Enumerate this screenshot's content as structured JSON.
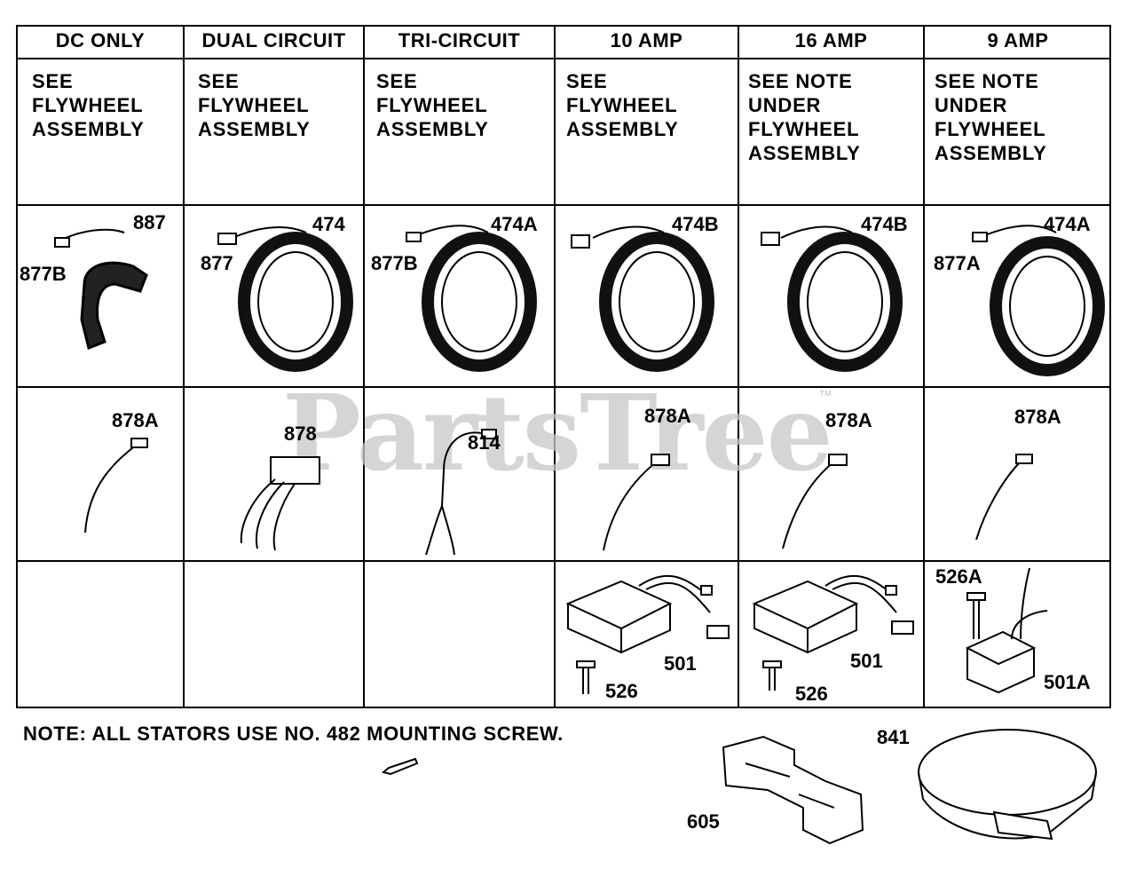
{
  "columns": [
    {
      "header": "DC ONLY",
      "note": "SEE\nFLYWHEEL\nASSEMBLY"
    },
    {
      "header": "DUAL CIRCUIT",
      "note": "SEE\nFLYWHEEL\nASSEMBLY"
    },
    {
      "header": "TRI-CIRCUIT",
      "note": "SEE\nFLYWHEEL\nASSEMBLY"
    },
    {
      "header": "10 AMP",
      "note": "SEE\nFLYWHEEL\nASSEMBLY"
    },
    {
      "header": "16 AMP",
      "note": "SEE NOTE\nUNDER\nFLYWHEEL\nASSEMBLY"
    },
    {
      "header": "9 AMP",
      "note": "SEE NOTE\nUNDER\nFLYWHEEL\nASSEMBLY"
    }
  ],
  "stator_row": [
    {
      "part": "887",
      "connector": "877B"
    },
    {
      "part": "474",
      "connector": "877"
    },
    {
      "part": "474A",
      "connector": "877B"
    },
    {
      "part": "474B",
      "connector": ""
    },
    {
      "part": "474B",
      "connector": ""
    },
    {
      "part": "474A",
      "connector": "877A"
    }
  ],
  "lead_row": [
    "878A",
    "878",
    "814",
    "878A",
    "878A",
    "878A"
  ],
  "regulator_row": {
    "col4": {
      "regulator": "501",
      "screw": "526"
    },
    "col5": {
      "regulator": "501",
      "screw": "526"
    },
    "col6": {
      "regulator": "501A",
      "screw": "526A"
    }
  },
  "footer": {
    "note": "NOTE: ALL STATORS USE NO. 482 MOUNTING SCREW.",
    "bracket": "605",
    "clamp": "841"
  },
  "watermark": {
    "text": "PartsTree",
    "tm": "™"
  }
}
